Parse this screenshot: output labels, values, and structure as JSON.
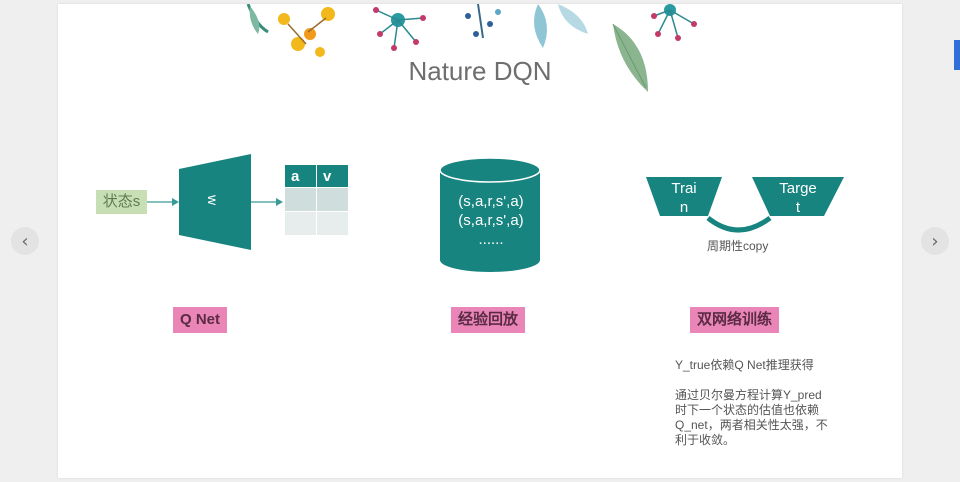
{
  "slide": {
    "title": "Nature DQN"
  },
  "nav": {
    "prev_icon": "chevron-left-icon",
    "prev_glyph": "‹",
    "next_icon": "chevron-right-icon",
    "next_glyph": "›"
  },
  "qnet": {
    "state_label": "状态s",
    "network_label": "w",
    "table_headers": [
      "a",
      "v"
    ],
    "caption": "Q Net"
  },
  "replay": {
    "lines": [
      "(s,a,r,s',a)",
      "(s,a,r,s',a)",
      "......"
    ],
    "caption": "经验回放"
  },
  "double_net": {
    "train_label_1": "Trai",
    "train_label_2": "n",
    "target_label_1": "Targe",
    "target_label_2": "t",
    "copy_label": "周期性copy",
    "caption": "双网络训练"
  },
  "notes": {
    "line1": "Y_true依赖Q Net推理获得",
    "para2_l1": "通过贝尔曼方程计算Y_pred",
    "para2_l2": "时下一个状态的估值也依赖",
    "para2_l3": "Q_net，两者相关性太强，不",
    "para2_l4": "利于收敛。"
  },
  "colors": {
    "teal": "#17847f",
    "pink": "#e986b7",
    "green_chip": "#c8dfb6"
  }
}
